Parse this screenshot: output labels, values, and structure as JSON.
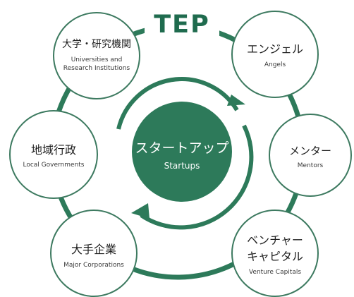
{
  "logo": {
    "text": "TEP"
  },
  "colors": {
    "primary_green": "#2d7a5a",
    "dark_green": "#1f6b4e",
    "node_border": "#3d7a60",
    "node_fill": "#ffffff",
    "text": "#1f1f1f"
  },
  "center": {
    "title": "スタートアップ",
    "subtitle": "Startups"
  },
  "nodes": {
    "universities": {
      "title": "大学・研究機関",
      "subtitle_line1": "Universities and",
      "subtitle_line2": "Research Institutions"
    },
    "angels": {
      "title": "エンジェル",
      "subtitle": "Angels"
    },
    "mentors": {
      "title": "メンター",
      "subtitle": "Mentors"
    },
    "venture_capitals": {
      "title_line1": "ベンチャー",
      "title_line2": "キャピタル",
      "subtitle": "Venture Capitals"
    },
    "major_corporations": {
      "title": "大手企業",
      "subtitle": "Major Corporations"
    },
    "local_governments": {
      "title": "地域行政",
      "subtitle": "Local Governments"
    }
  }
}
